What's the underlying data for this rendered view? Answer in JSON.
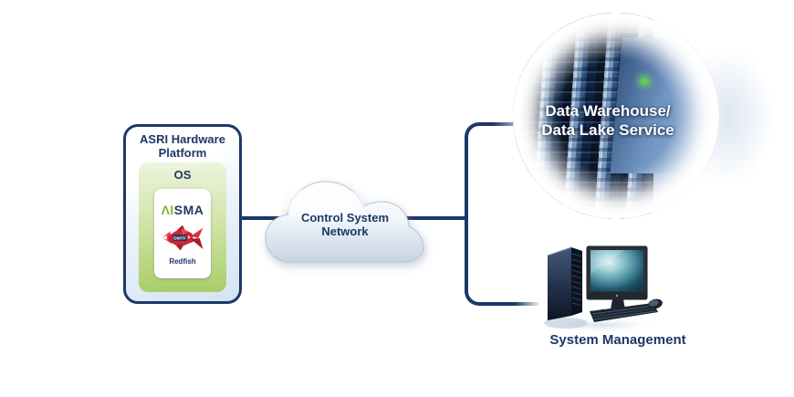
{
  "colors": {
    "navy": "#1d3767",
    "logo_green": "#7ab633",
    "logo_red": "#cf2630",
    "os_box_green": "#a9ce68",
    "led_green": "#5ed24a"
  },
  "platform_box": {
    "title": "ASRI Hardware Platform",
    "os_label": "OS",
    "aisma_logo": {
      "green_part": "ΛI",
      "navy_part": "SMA"
    },
    "redfish": {
      "badge": "DMTF",
      "label": "Redfish"
    }
  },
  "network_cloud": {
    "line1": "Control System",
    "line2": "Network"
  },
  "data_warehouse": {
    "line1": "Data Warehouse/",
    "line2": "Data Lake Service"
  },
  "system_management": {
    "label": "System Management"
  }
}
